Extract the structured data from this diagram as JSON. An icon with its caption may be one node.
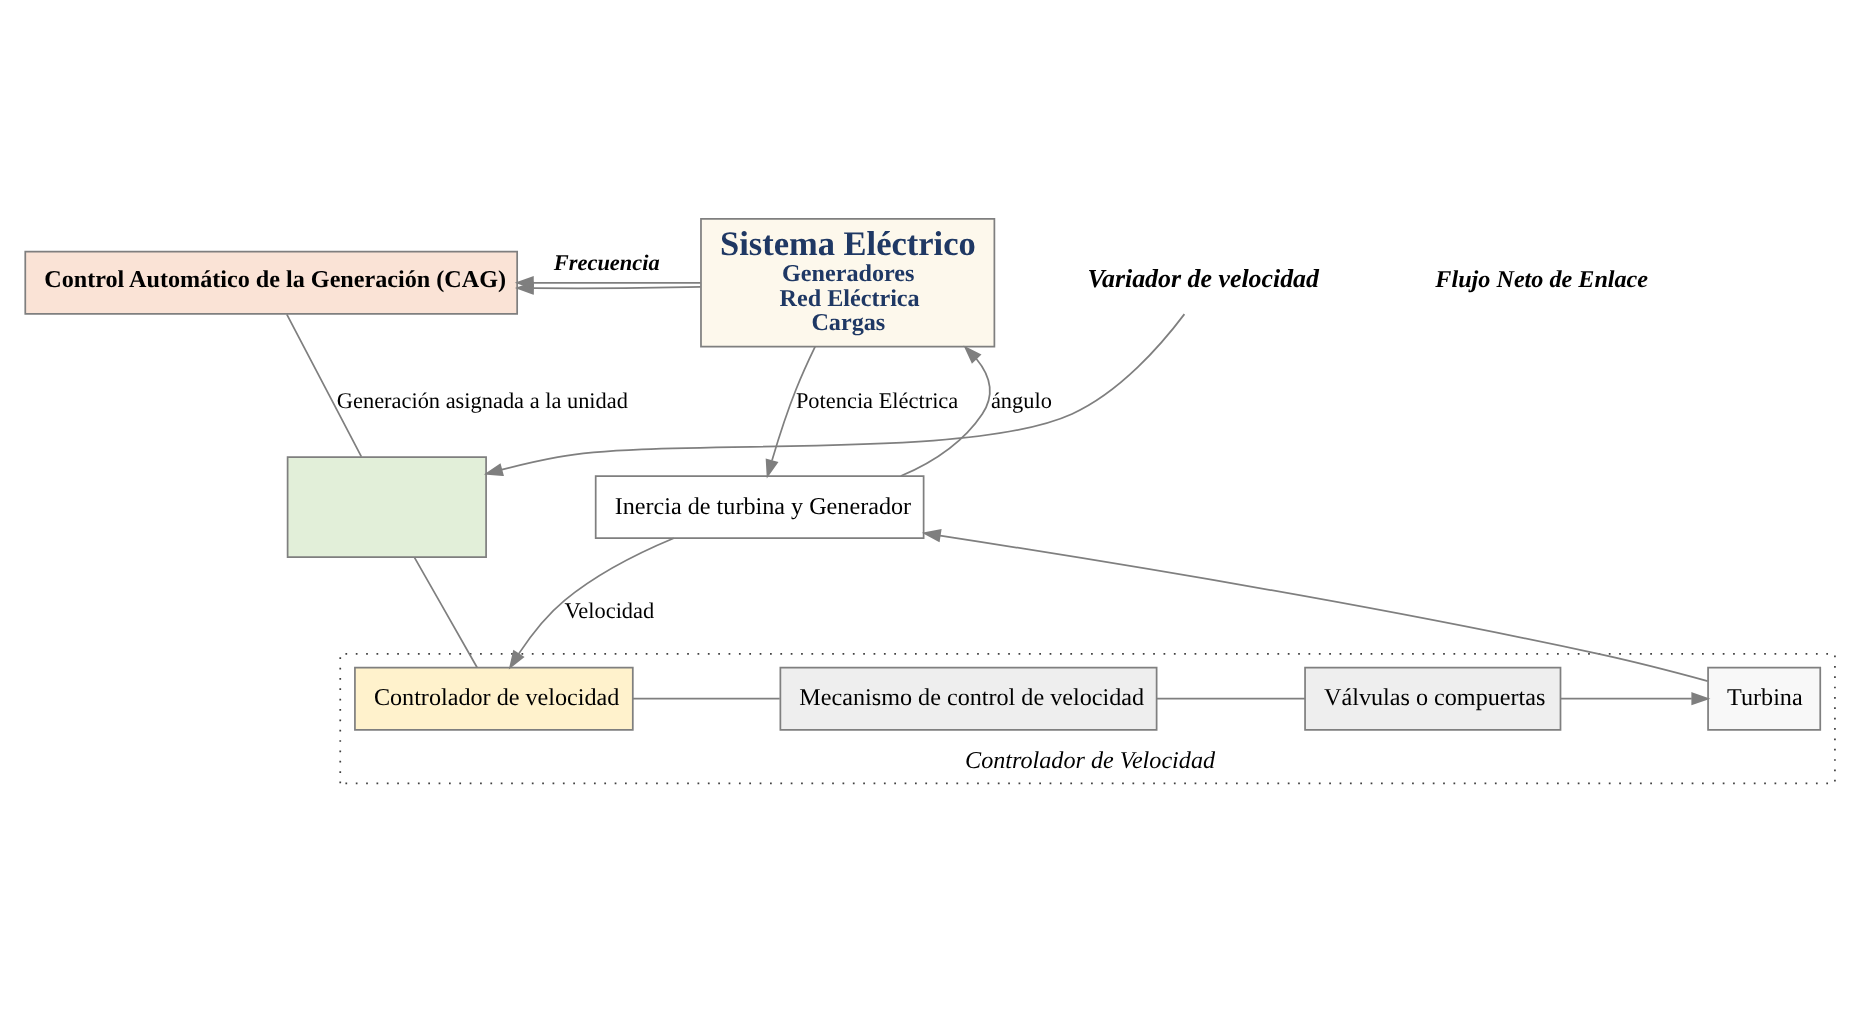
{
  "diagram": {
    "nodes": [
      {
        "text": [
          "Control Automático de la Generación (CAG)"
        ]
      },
      {
        "text": [
          "Sistema Eléctrico",
          "Generadores",
          "Red Eléctrica",
          "Cargas"
        ]
      },
      {
        "text": [
          "Inercia de turbina y Generador"
        ]
      },
      {
        "text": [],
        "shape": "box"
      },
      {
        "text": [
          "Controlador de Velocidad"
        ]
      },
      {
        "text": [
          "Controlador de velocidad"
        ],
        "in": 4
      },
      {
        "text": [
          "Mecanismo de control de velocidad"
        ],
        "in": 4
      },
      {
        "text": [
          "Válvulas o compuertas"
        ],
        "in": 4
      },
      {
        "text": [
          "Turbina"
        ],
        "in": 4
      },
      {
        "text": [
          "Variador de velocidad"
        ]
      }
    ],
    "edges": [
      {
        "from": 1,
        "to": 0,
        "arrow": "to"
      },
      {
        "from": 1,
        "to": 0,
        "arrow": "to",
        "label": "Frecuencia"
      },
      {
        "from": 2,
        "to": 1,
        "arrow": "to",
        "label": "ángulo"
      },
      {
        "from": 1,
        "to": 2,
        "arrow": "to",
        "label": "Potencia Eléctrica"
      },
      {
        "from": 2,
        "to": 5,
        "arrow": "to",
        "label": "Velocidad"
      },
      {
        "from": 0,
        "to": 3,
        "arrow": "none",
        "label": "Generación asignada a la unidad"
      },
      {
        "from": 3,
        "to": 5,
        "arrow": "none"
      },
      {
        "from": 5,
        "to": 6,
        "arrow": "none"
      },
      {
        "from": 6,
        "to": 7,
        "arrow": "none"
      },
      {
        "from": 7,
        "to": 8,
        "arrow": "to"
      },
      {
        "from": 8,
        "to": 2,
        "arrow": "to"
      },
      {
        "from": 9,
        "to": 3,
        "arrow": "to"
      }
    ],
    "labels": [
      "Flujo Neto de Enlace"
    ]
  }
}
